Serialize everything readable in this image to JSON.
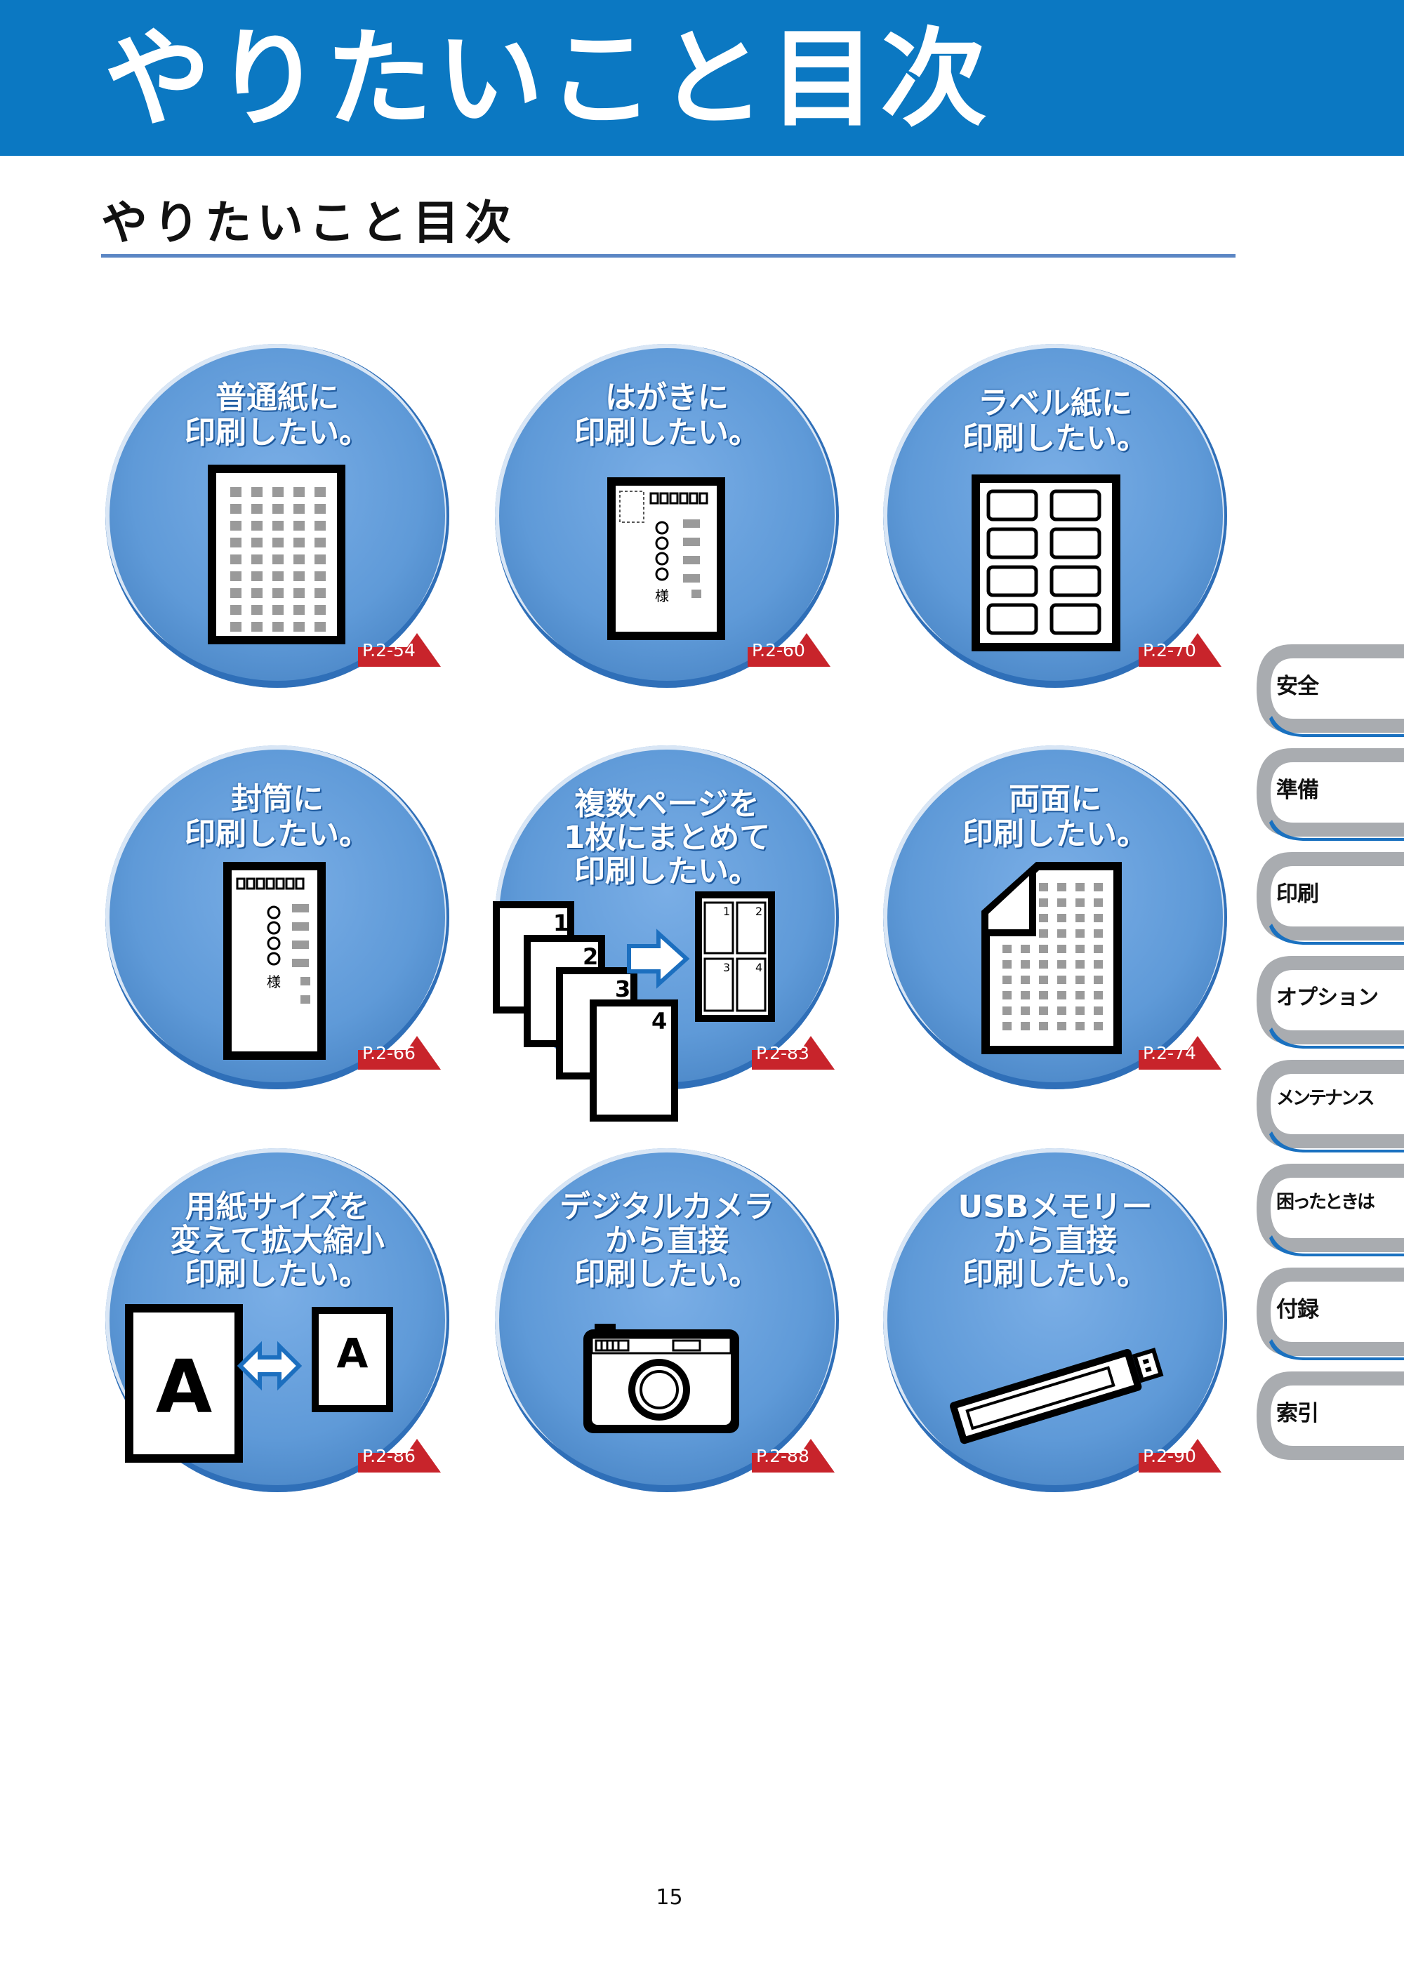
{
  "header": {
    "banner_title": "やりたいこと目次",
    "section_title": "やりたいこと目次"
  },
  "colors": {
    "banner": "#0b78c2",
    "circle": "#5f9ad8",
    "ref_tab": "#c8242b",
    "side_tab_gray": "#a9acb0",
    "side_tab_blue": "#1a71c0"
  },
  "items": [
    {
      "title": "普通紙に\n印刷したい。",
      "ref": "P.2-54",
      "icon": "plain-paper-icon"
    },
    {
      "title": "はがきに\n印刷したい。",
      "ref": "P.2-60",
      "icon": "postcard-icon",
      "postcard_glyph": "様"
    },
    {
      "title": "ラベル紙に\n印刷したい。",
      "ref": "P.2-70",
      "icon": "label-sheet-icon"
    },
    {
      "title": "封筒に\n印刷したい。",
      "ref": "P.2-66",
      "icon": "envelope-icon",
      "envelope_glyph": "様"
    },
    {
      "title": "複数ページを\n1枚にまとめて\n印刷したい。",
      "ref": "P.2-83",
      "icon": "multi-page-icon",
      "page_numbers": [
        "1",
        "2",
        "3",
        "4"
      ]
    },
    {
      "title": "両面に\n印刷したい。",
      "ref": "P.2-74",
      "icon": "duplex-icon"
    },
    {
      "title": "用紙サイズを\n変えて拡大縮小\n印刷したい。",
      "ref": "P.2-86",
      "icon": "resize-icon",
      "letter": "A"
    },
    {
      "title": "デジタルカメラ\nから直接\n印刷したい。",
      "ref": "P.2-88",
      "icon": "camera-icon"
    },
    {
      "title": "USBメモリー\nから直接\n印刷したい。",
      "ref": "P.2-90",
      "icon": "usb-memory-icon"
    }
  ],
  "side_tabs": [
    "安全",
    "準備",
    "印刷",
    "オプション",
    "メンテナンス",
    "困ったときは",
    "付録",
    "索引"
  ],
  "page_number": "15"
}
